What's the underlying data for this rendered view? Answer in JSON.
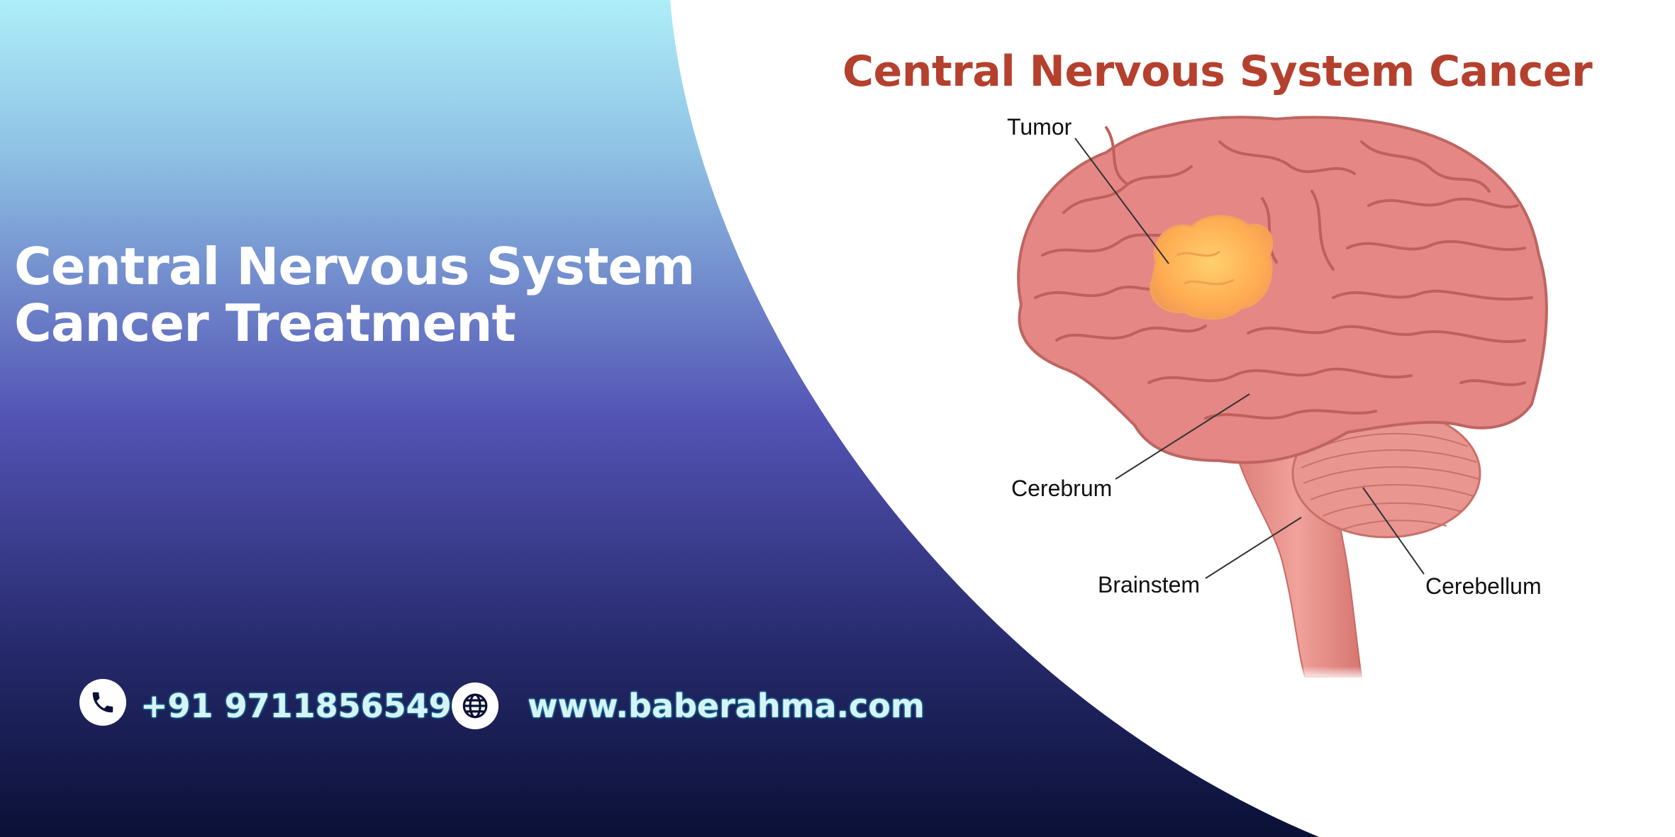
{
  "headline": {
    "line1": "Central Nervous System",
    "line2": "Cancer Treatment"
  },
  "contact": {
    "phone": "+91 9711856549",
    "website": "www.baberahma.com",
    "phone_icon": "phone-icon",
    "web_icon": "globe-icon"
  },
  "illustration": {
    "title": "Central Nervous System Cancer",
    "labels": {
      "tumor": "Tumor",
      "cerebrum": "Cerebrum",
      "brainstem": "Brainstem",
      "cerebellum": "Cerebellum"
    }
  },
  "colors": {
    "gradient_top": "#aeeef8",
    "gradient_mid": "#5353b4",
    "gradient_bottom": "#0b1036",
    "title_red": "#b5402e",
    "contact_text": "#d8f3f8",
    "brain_pink": "#e27f7f",
    "tumor_orange": "#ffb456"
  }
}
